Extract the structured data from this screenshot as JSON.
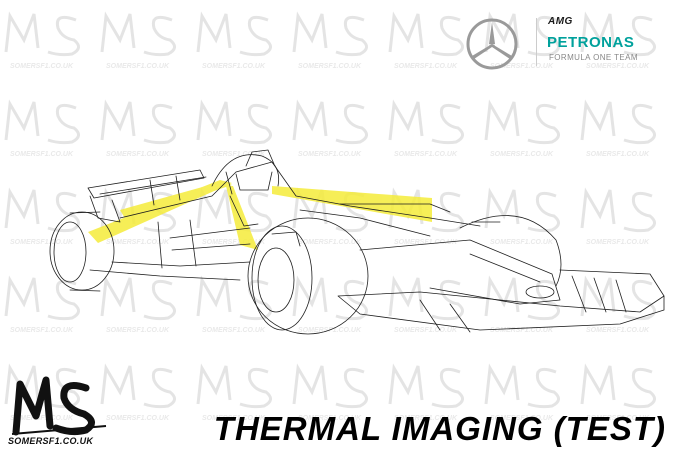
{
  "team": {
    "amg": "AMG",
    "name": "PETRONAS",
    "sub": "FORMULA ONE TEAM"
  },
  "watermark": {
    "site": "SOMERSF1.CO.UK"
  },
  "brand": {
    "site": "SOMERSF1.CO.UK"
  },
  "title": "THERMAL IMAGING (TEST)",
  "colors": {
    "thermal": "#f5ec3a",
    "line": "#1f1f1f",
    "petronas": "#00a19c"
  }
}
